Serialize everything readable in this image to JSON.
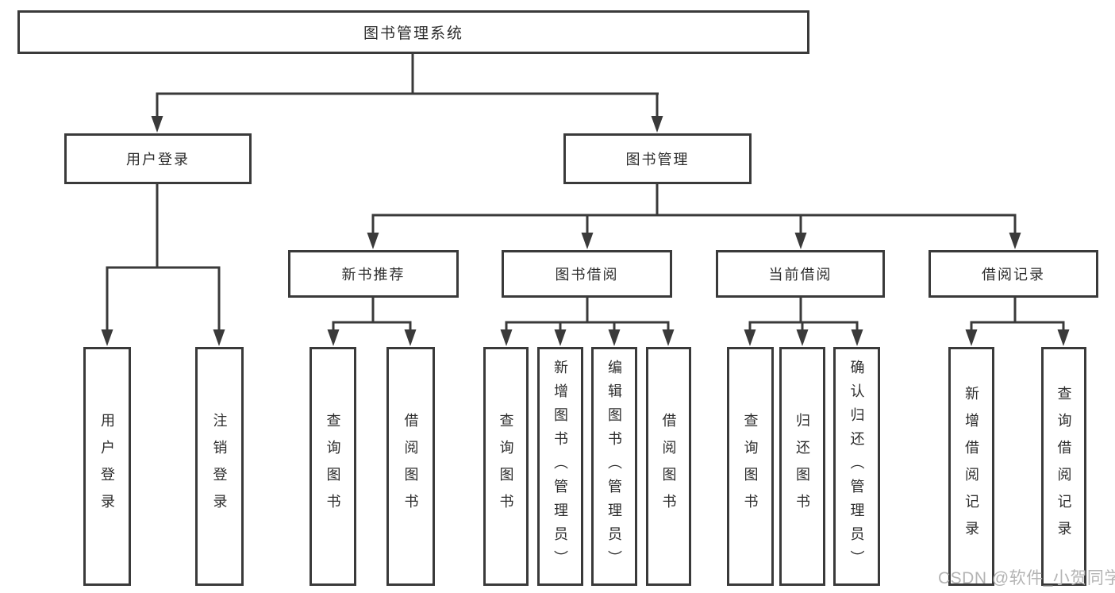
{
  "diagram": {
    "root": "图书管理系统",
    "level2": [
      {
        "label": "用户登录",
        "leaves": [
          "用户登录",
          "注销登录"
        ]
      },
      {
        "label": "图书管理"
      }
    ],
    "level3": [
      {
        "label": "新书推荐",
        "leaves": [
          "查询图书",
          "借阅图书"
        ]
      },
      {
        "label": "图书借阅",
        "leaves": [
          "查询图书",
          "新增图书（管理员）",
          "编辑图书（管理员）",
          "借阅图书"
        ]
      },
      {
        "label": "当前借阅",
        "leaves": [
          "查询图书",
          "归还图书",
          "确认归还（管理员）"
        ]
      },
      {
        "label": "借阅记录",
        "leaves": [
          "新增借阅记录",
          "查询借阅记录"
        ]
      }
    ]
  },
  "watermark": "CSDN @软件_小贺同学",
  "colors": {
    "line": "#3a3a3a",
    "text": "#2d2d2d",
    "watermark": "#b4b4b4"
  }
}
